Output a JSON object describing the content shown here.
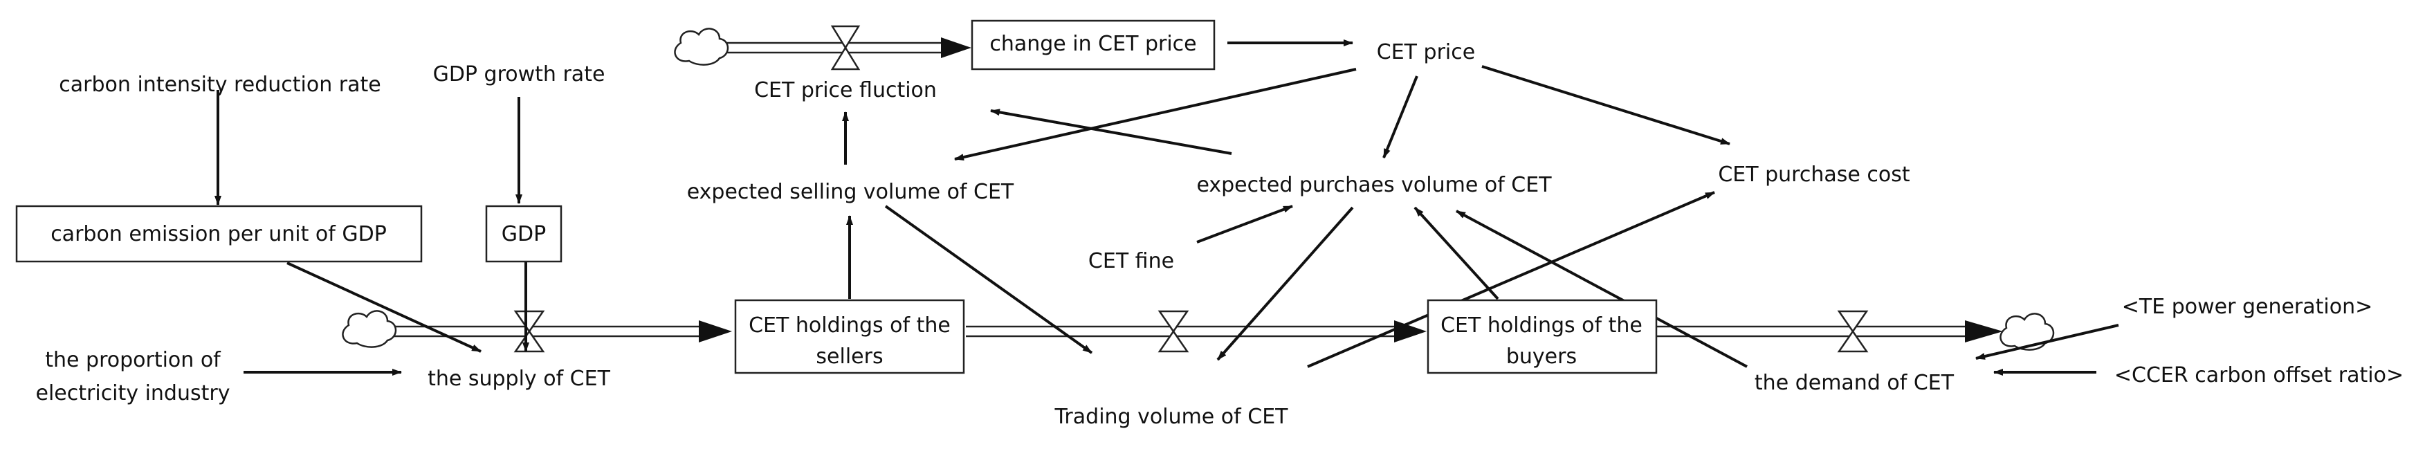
{
  "nodes": {
    "carbon_intensity_reduction_rate": "carbon intensity reduction rate",
    "gdp_growth_rate": "GDP growth rate",
    "carbon_emission_per_unit_gdp": "carbon emission per unit of GDP",
    "gdp": "GDP",
    "proportion_line1": "the proportion of",
    "proportion_line2": "electricity industry",
    "supply_of_cet": "the supply of CET",
    "cet_holdings_sellers_line1": "CET holdings of the",
    "cet_holdings_sellers_line2": "sellers",
    "expected_selling_volume": "expected selling volume of CET",
    "cet_price_fluction": "CET price fluction",
    "change_in_cet_price": "change in CET price",
    "cet_price": "CET price",
    "expected_purchase_volume": "expected purchaes volume of CET",
    "cet_fine": "CET fine",
    "cet_purchase_cost": "CET purchase cost",
    "trading_volume": "Trading volume of CET",
    "cet_holdings_buyers_line1": "CET holdings of the",
    "cet_holdings_buyers_line2": "buyers",
    "demand_of_cet": "the demand of CET",
    "te_power_generation": "<TE power generation>",
    "ccer_carbon_offset_ratio": "<CCER carbon offset ratio>"
  },
  "icons": {
    "source_cloud": "cloud-icon",
    "sink_cloud": "cloud-icon",
    "flow_valve": "valve-icon"
  },
  "colors": {
    "line": "#111111",
    "background": "#ffffff"
  }
}
